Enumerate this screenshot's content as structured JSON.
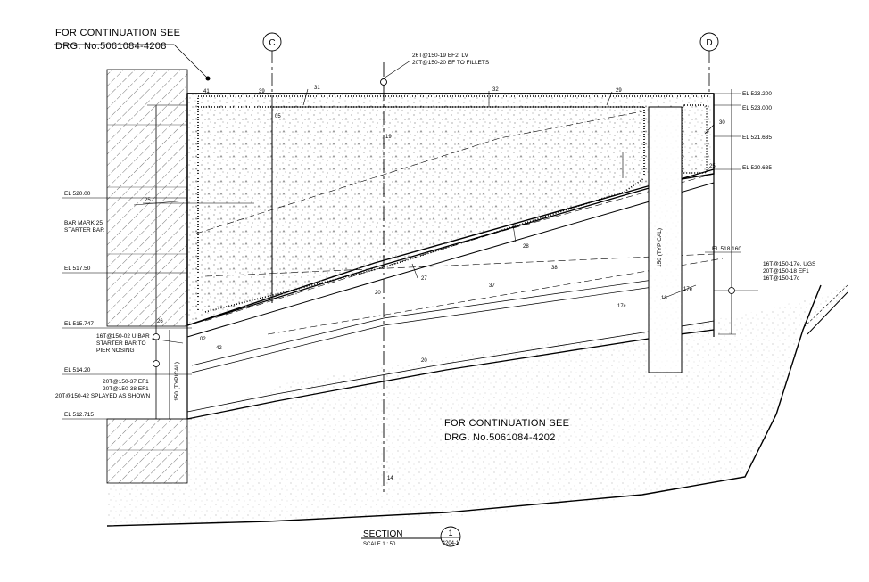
{
  "continuation_top": {
    "line1": "FOR CONTINUATION SEE",
    "line2": "DRG. No.5061084-4208"
  },
  "continuation_bottom": {
    "line1": "FOR CONTINUATION SEE",
    "line2": "DRG. No.5061084-4202"
  },
  "grids": {
    "c": "C",
    "d": "D"
  },
  "notes_top": {
    "line1": "26T@150-19 EF2, LV",
    "line2": "20T@150-20 EF TO FILLETS"
  },
  "levels_right": [
    "EL 523.200",
    "EL 523.000",
    "EL 521.635",
    "EL 520.635",
    "EL 518.160"
  ],
  "levels_left": [
    "EL 520.00",
    "EL 517.50",
    "EL 515.747",
    "EL 514.20",
    "EL 512.715"
  ],
  "left_notes": {
    "bar25_1": "BAR MARK 25",
    "bar25_2": "STARTER BAR",
    "ubar_1": "16T@150-02 U BAR",
    "ubar_2": "STARTER BAR TO",
    "ubar_3": "PIER NOSING",
    "ef_1": "20T@150-37 EF1",
    "ef_2": "20T@150-38 EF1",
    "ef_3": "20T@150-42 SPLAYED AS SHOWN"
  },
  "right_notes": {
    "line1": "16T@150-17e, UGS",
    "line2": "20T@150-18 EF1",
    "line3": "16T@150-17c"
  },
  "typical_left": "150 (TYPICAL)",
  "typical_right": "150 (TYPICAL)",
  "bar_marks": {
    "m41": "41",
    "m39": "39",
    "m31": "31",
    "m32": "32",
    "m29": "29",
    "m30": "30",
    "m25": "25",
    "m28": "28",
    "m27": "27",
    "m37": "37",
    "m38": "38",
    "m20": "20",
    "m20b": "20",
    "m19": "19",
    "m14": "14",
    "m42": "42",
    "m02": "02",
    "m26": "26",
    "m17c": "17c",
    "m18": "18",
    "m17e": "17e",
    "m25r": "25",
    "m05": "05"
  },
  "section": {
    "title": "SECTION",
    "scale": "SCALE 1 : 50",
    "number": "1",
    "sheet": "4204-1"
  }
}
